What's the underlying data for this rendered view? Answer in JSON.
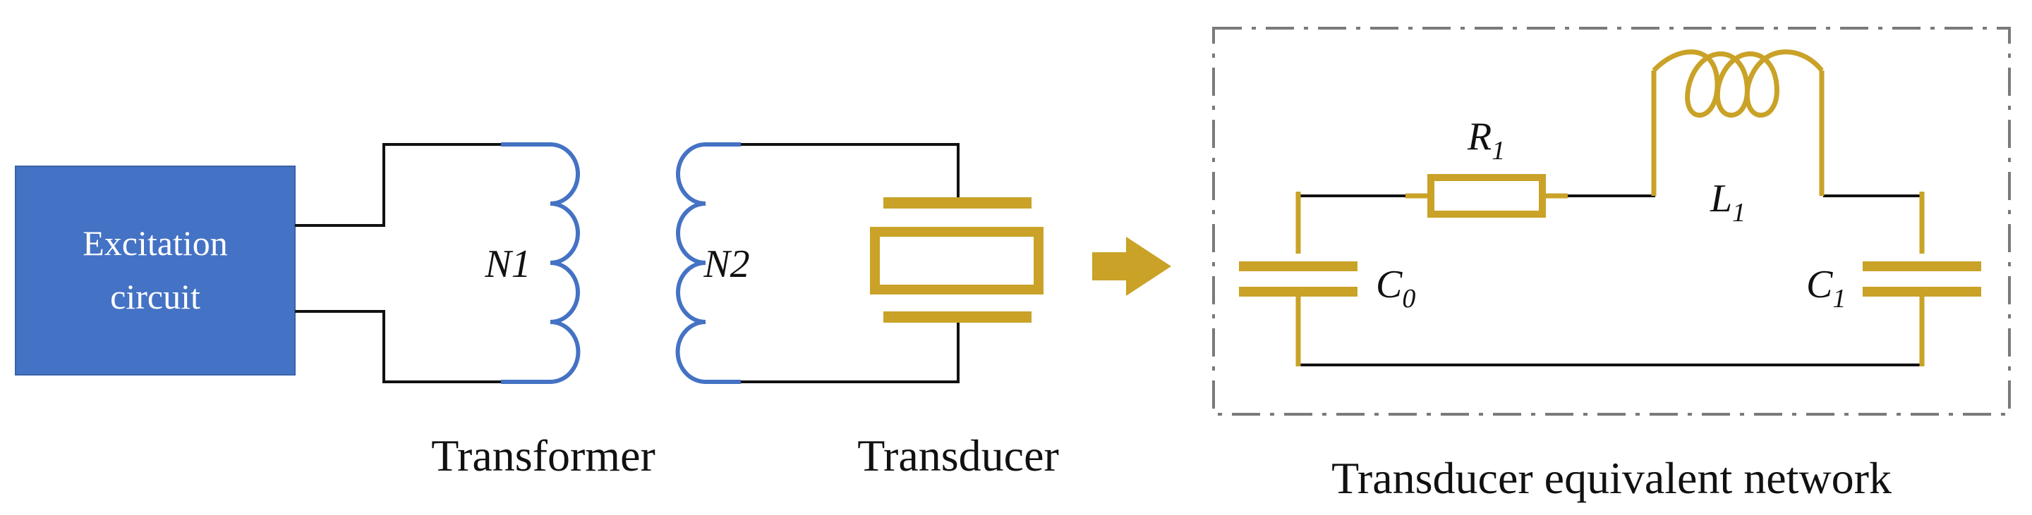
{
  "diagram": {
    "excitation": {
      "line1": "Excitation",
      "line2": "circuit"
    },
    "transformer": {
      "n1": "N1",
      "n2": "N2",
      "caption": "Transformer"
    },
    "transducer": {
      "caption": "Transducer"
    },
    "network": {
      "caption": "Transducer equivalent network",
      "r1": {
        "base": "R",
        "sub": "1"
      },
      "l1": {
        "base": "L",
        "sub": "1"
      },
      "c0": {
        "base": "C",
        "sub": "0"
      },
      "c1": {
        "base": "C",
        "sub": "1"
      }
    },
    "colors": {
      "box_fill": "#4472C4",
      "coil": "#4472C4",
      "component": "#C9A227",
      "wire": "#111111",
      "dash_frame": "#7a7a7a"
    }
  }
}
